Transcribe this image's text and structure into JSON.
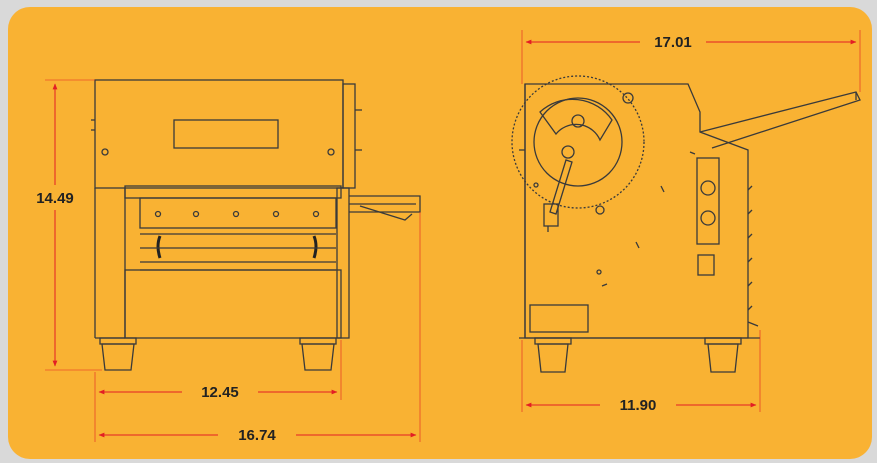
{
  "dimensions": {
    "front_height": "14.49",
    "front_width_inner": "12.45",
    "front_width_overall": "16.74",
    "side_width_top": "17.01",
    "side_width_bottom": "11.90"
  },
  "colors": {
    "background": "#f9b233",
    "outer_frame": "#d9d9d9",
    "dimension_line": "#e31e24",
    "drawing_line": "#3a3a3a"
  }
}
